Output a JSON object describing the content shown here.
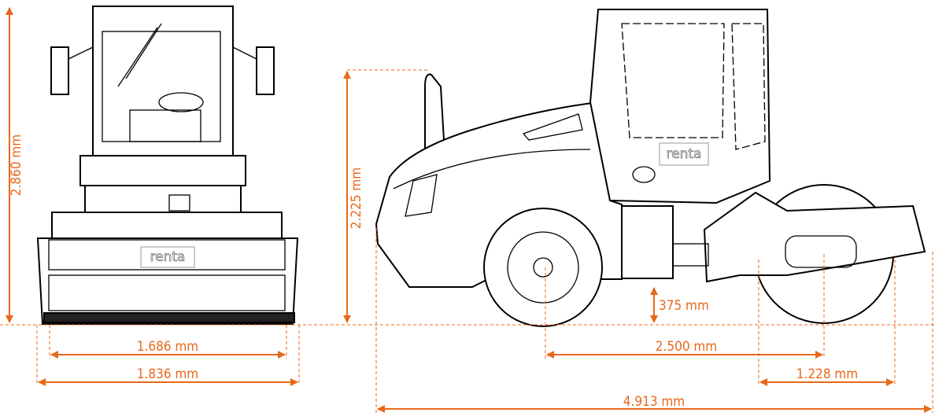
{
  "brand": "renta",
  "accent_color": "#e8681a",
  "dimensions": {
    "front_height": "2.860 mm",
    "drum_width": "1.686 mm",
    "overall_width": "1.836 mm",
    "hood_height": "2.225 mm",
    "ground_clearance": "375 mm",
    "wheelbase": "2.500 mm",
    "drum_diameter": "1.228 mm",
    "overall_length": "4.913 mm"
  }
}
